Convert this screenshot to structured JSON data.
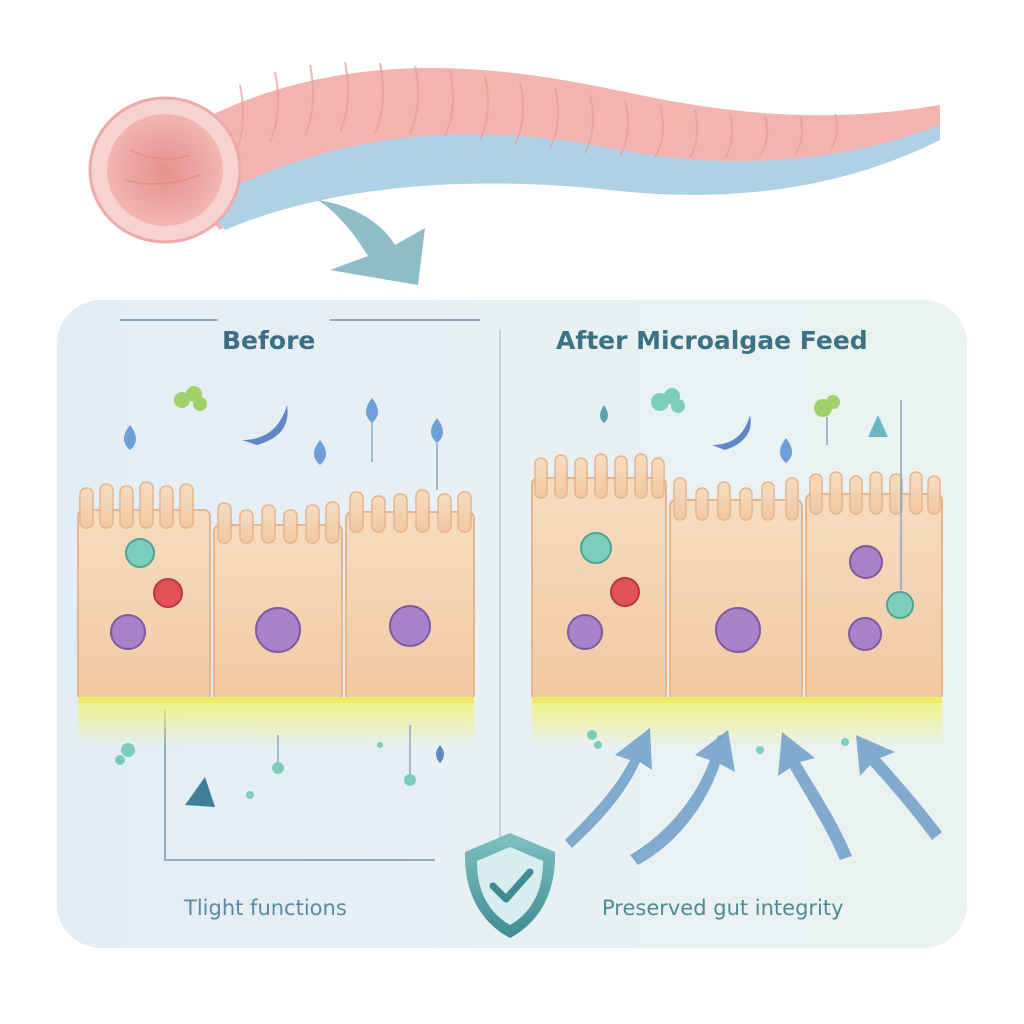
{
  "panels": {
    "before": {
      "title": "Before",
      "caption": "Tlight functions"
    },
    "after": {
      "title": "After Microalgae Feed",
      "caption": "Preserved gut integrity"
    }
  },
  "icons": [
    "intestine-tube",
    "transition-arrow",
    "shield-check-icon",
    "upward-arrow-icon"
  ],
  "colors": {
    "intestine_pink": "#f2a9a7",
    "intestine_blue": "#a9cde3",
    "panel_left": "#e5eef6",
    "panel_right": "#eaf2f1",
    "cell_fill": "#f4cfaa",
    "tight_junction": "#eef07a",
    "arrow": "#6f9ec8",
    "shield": "#4f9aa0"
  }
}
